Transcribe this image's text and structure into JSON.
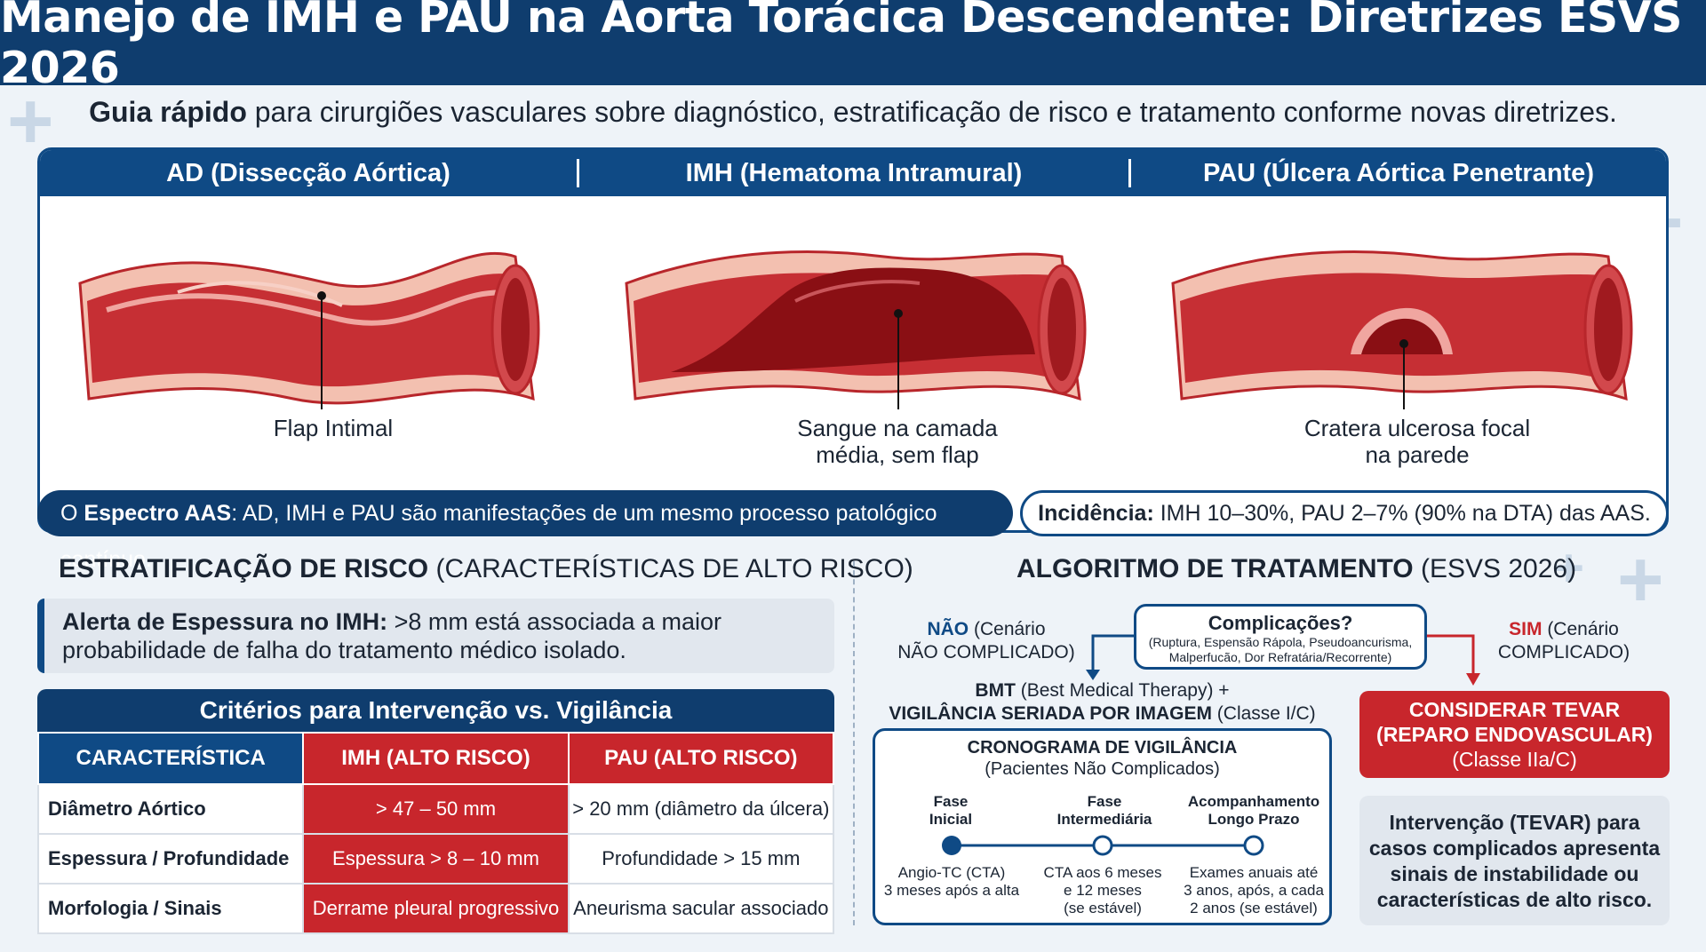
{
  "title": "Manejo de IMH e PAU na Aorta Torácica Descendente: Diretrizes ESVS 2026",
  "subtitle": {
    "bold": "Guia rápido",
    "rest": " para cirurgiões vasculares sobre diagnóstico, estratificação de risco e tratamento conforme novas diretrizes."
  },
  "types": [
    {
      "title": "AD (Dissecção Aórtica)",
      "label_lines": [
        "Flap Intimal"
      ],
      "icon": "aortic-dissection-illustration"
    },
    {
      "title": "IMH (Hematoma Intramural)",
      "label_lines": [
        "Sangue na camada",
        "média, sem flap"
      ],
      "icon": "intramural-hematoma-illustration"
    },
    {
      "title": "PAU (Úlcera Aórtica Penetrante)",
      "label_lines": [
        "Cratera ulcerosa focal",
        "na parede"
      ],
      "icon": "penetrating-ulcer-illustration"
    }
  ],
  "spectrum": {
    "pre": "O ",
    "bold": "Espectro AAS",
    "rest": ": AD, IMH e PAU são manifestações de um mesmo processo patológico contínuo."
  },
  "incidence": {
    "bold": "Incidência:",
    "rest": " IMH 10–30%, PAU 2–7% (90% na DTA) das AAS."
  },
  "risk": {
    "title_bold": "ESTRATIFICAÇÃO DE RISCO",
    "title_rest": " (CARACTERÍSTICAS DE ALTO RISCO)",
    "alert_bold": "Alerta de Espessura no IMH:",
    "alert_rest": " >8 mm está associada a maior probabilidade de falha do tratamento médico isolado.",
    "table_title": "Critérios para Intervenção vs. Vigilância",
    "headers": [
      "CARACTERÍSTICA",
      "IMH (ALTO RISCO)",
      "PAU (ALTO RISCO)"
    ],
    "rows": [
      [
        "Diâmetro Aórtico",
        "> 47 – 50 mm",
        "> 20 mm (diâmetro da úlcera)"
      ],
      [
        "Espessura / Profundidade",
        "Espessura > 8 – 10 mm",
        "Profundidade > 15 mm"
      ],
      [
        "Morfologia / Sinais",
        "Derrame pleural progressivo",
        "Aneurisma sacular associado"
      ]
    ]
  },
  "algorithm": {
    "title_bold": "ALGORITMO DE TRATAMENTO",
    "title_rest": " (ESVS 2026)",
    "question": "Complicações?",
    "question_sub_1": "(Ruptura, Espensão Rápola, Pseudoancurisma,",
    "question_sub_2": "Malperfucão, Dor Refratária/Recorrente)",
    "no_bold": "NÃO",
    "no_rest": " (Cenário",
    "no_line2": "NÃO COMPLICADO)",
    "yes_bold": "SIM",
    "yes_rest": " (Cenário",
    "yes_line2": "COMPLICADO)",
    "bmt_bold": "BMT",
    "bmt_rest": " (Best Medical Therapy) +",
    "bmt_line2_bold": "VIGILÂNCIA SERIADA POR IMAGEM",
    "bmt_line2_rest": " (Classe I/C)",
    "schedule_title": "CRONOGRAMA DE VIGILÂNCIA",
    "schedule_sub": "(Pacientes Não Complicados)",
    "phases": [
      {
        "name": [
          "Fase",
          "Inicial"
        ],
        "desc": [
          "Angio-TC (CTA)",
          "3 meses após a alta"
        ]
      },
      {
        "name": [
          "Fase",
          "Intermediária"
        ],
        "desc": [
          "CTA aos 6 meses",
          "e 12 meses",
          "(se estável)"
        ]
      },
      {
        "name": [
          "Acompanhamento",
          "Longo Prazo"
        ],
        "desc": [
          "Exames anuais até",
          "3 anos, após, a cada",
          "2 anos (se estável)"
        ]
      }
    ],
    "tevar": [
      "CONSIDERAR TEVAR",
      "(REPARO ENDOVASCULAR)",
      "(Classe IIa/C)"
    ],
    "intervention": [
      "Intervenção (TEVAR) para",
      "casos complicados apresenta",
      "sinais de instabilidade ou",
      "características de alto risco."
    ]
  },
  "colors": {
    "navy": "#0f3d6e",
    "blue": "#0f4a85",
    "red": "#c8262c",
    "vessel": "#b8262b",
    "blood": "#8a0f14"
  }
}
